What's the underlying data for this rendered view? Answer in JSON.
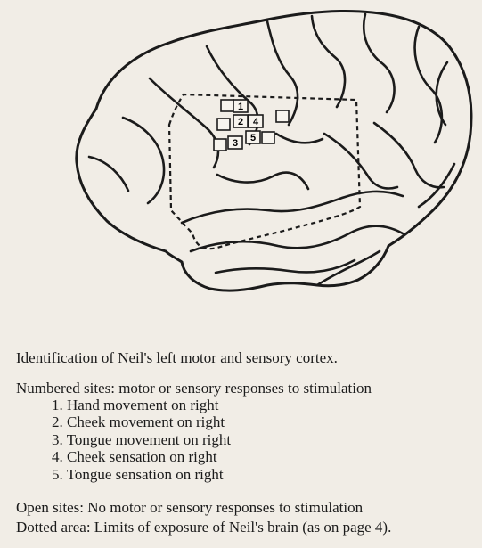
{
  "figure": {
    "numbered_sites": [
      "1",
      "2",
      "4",
      "3",
      "5"
    ]
  },
  "caption": {
    "title": "Identification of Neil's left motor and sensory cortex.",
    "sites_heading": "Numbered sites: motor or sensory responses to stimulation",
    "items": [
      "1.  Hand movement on right",
      "2.  Cheek movement on right",
      "3.  Tongue movement on right",
      "4.  Cheek sensation on right",
      "5.  Tongue sensation on right"
    ],
    "open_sites": "Open sites: No motor or sensory responses to stimulation",
    "dotted_area": "Dotted area: Limits of exposure of Neil's brain (as on page 4)."
  }
}
